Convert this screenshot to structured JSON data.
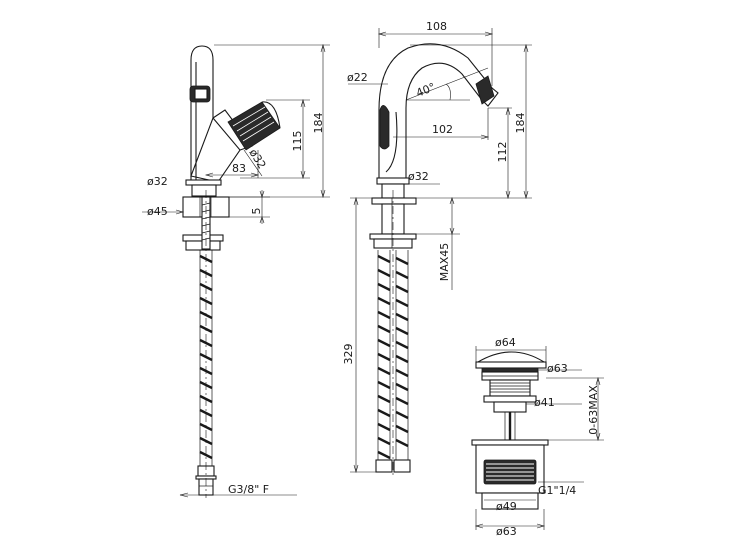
{
  "colors": {
    "line": "#1a1a1a",
    "background": "#ffffff"
  },
  "view_left": {
    "d_base": "ø32",
    "d_flange": "ø45",
    "len_lever": "83",
    "d_handle": "ø32",
    "h_lever": "115",
    "h_total": "184",
    "t_mount": "5",
    "thread": "G3/8\" F"
  },
  "view_mid": {
    "w_spout": "108",
    "d_spout": "ø22",
    "angle": "40°",
    "reach": "102",
    "h_spout": "112",
    "h_total": "184",
    "d_base": "ø32",
    "max_deck": "MAX45",
    "hose_len": "329"
  },
  "view_right": {
    "d_cap": "ø64",
    "d_flange": "ø63",
    "d_body": "ø41",
    "range": "0-63MAX",
    "thread": "G1\"1/4",
    "d_tail": "ø49",
    "d_base": "ø63"
  }
}
